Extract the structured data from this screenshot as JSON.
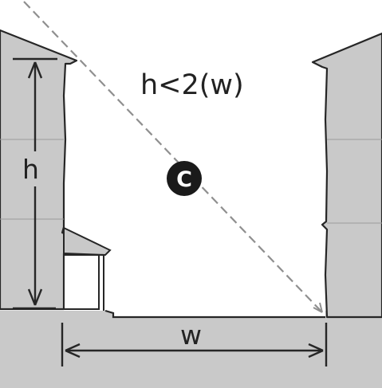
{
  "diagram": {
    "formula": "h<2(w)",
    "height_label": "h",
    "width_label": "w",
    "badge_letter": "C"
  },
  "colors": {
    "building_fill": "#c9c9c9",
    "outline": "#262626",
    "ground_fill": "#c9c9c9",
    "sight_line": "#8f8f8f",
    "badge_fill": "#1a1a1a"
  }
}
